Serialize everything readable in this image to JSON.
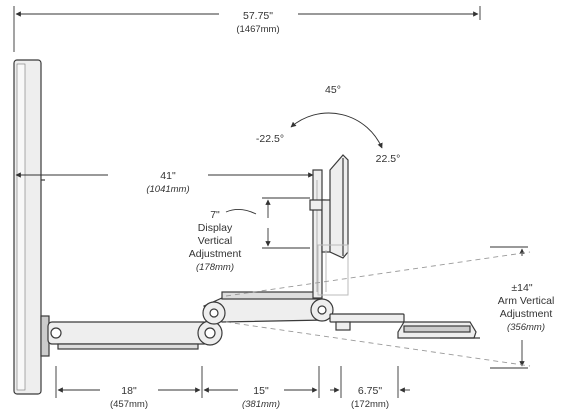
{
  "dimensions": {
    "overall_width": {
      "imperial": "57.75\"",
      "metric": "(1467mm)"
    },
    "arm_reach": {
      "imperial": "41\"",
      "metric": "(1041mm)"
    },
    "tilt_range": "45°",
    "tilt_up": "-22.5°",
    "tilt_down": "22.5°",
    "display_vertical": {
      "imperial": "7\"",
      "line1": "Display",
      "line2": "Vertical",
      "line3": "Adjustment",
      "metric": "(178mm)"
    },
    "arm_vertical": {
      "imperial": "±14\"",
      "line1": "Arm Vertical",
      "line2": "Adjustment",
      "metric": "(356mm)"
    },
    "segment_1": {
      "imperial": "18\"",
      "metric": "(457mm)"
    },
    "segment_2": {
      "imperial": "15\"",
      "metric": "(381mm)"
    },
    "segment_3": {
      "imperial": "6.75\"",
      "metric": "(172mm)"
    }
  },
  "colors": {
    "line": "#333333",
    "equipment_fill": "#eeeeee",
    "equipment_stroke": "#3a3a3a",
    "dashed": "#999999"
  }
}
